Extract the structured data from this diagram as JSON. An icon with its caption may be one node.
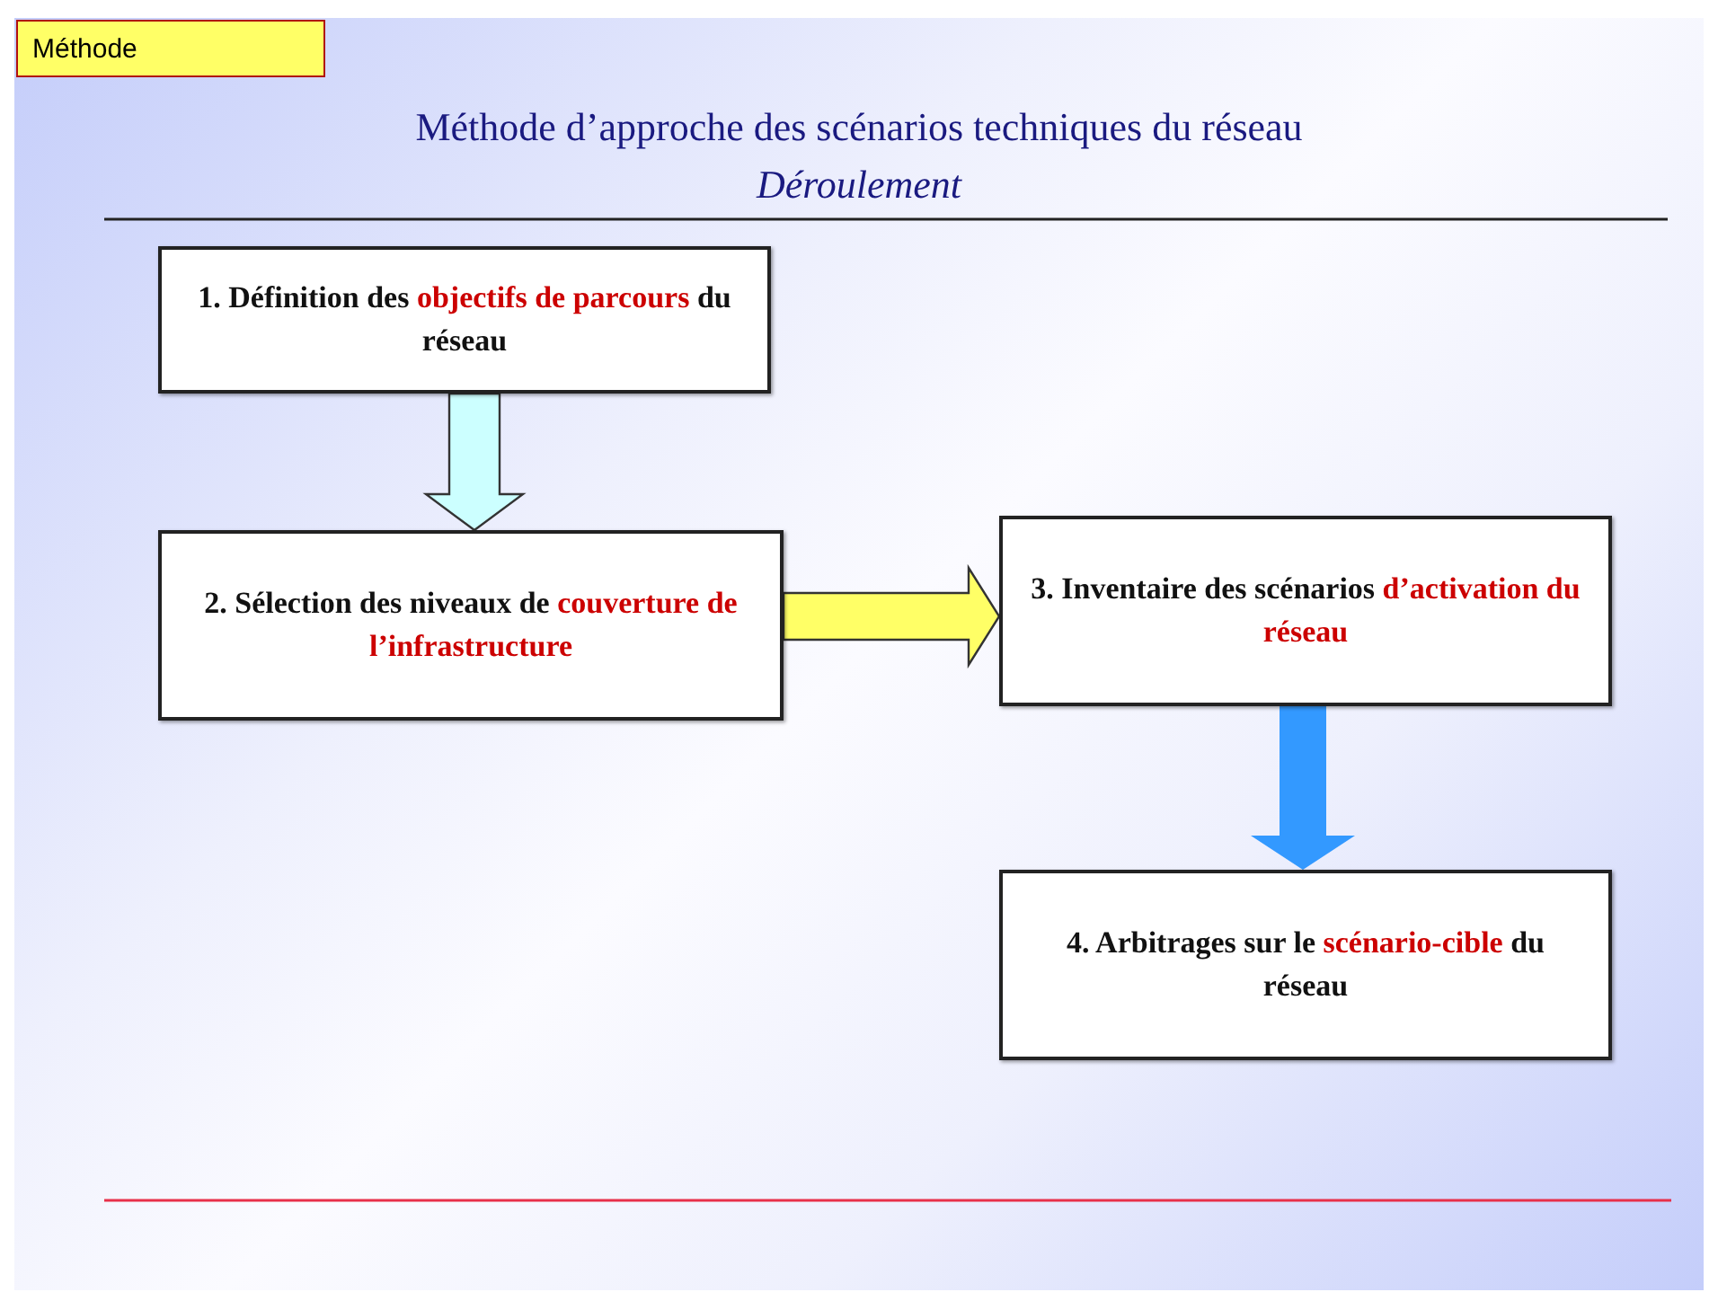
{
  "diagram": {
    "title": "Méthode d’approche des scénarios techniques du réseau",
    "nodes": [
      {
        "text": [
          "1. Définition des *objectifs de parcours* du réseau"
        ]
      },
      {
        "text": [
          "2. Sélection des niveaux de *couverture de l’infrastructure*"
        ]
      },
      {
        "text": [
          "3. Inventaire des scénarios *d’activation du réseau*"
        ]
      },
      {
        "text": [
          "4. Arbitrages sur le *scénario-cible* du réseau"
        ]
      }
    ],
    "edges": [
      {
        "from": 0,
        "to": 1,
        "arrow": "to",
        "color": "#ccffff"
      },
      {
        "from": 1,
        "to": 2,
        "arrow": "to",
        "color": "#ffff66"
      },
      {
        "from": 2,
        "to": 3,
        "arrow": "to",
        "color": "#3399ff"
      }
    ],
    "labels": [
      "Méthode",
      "Déroulement"
    ]
  }
}
